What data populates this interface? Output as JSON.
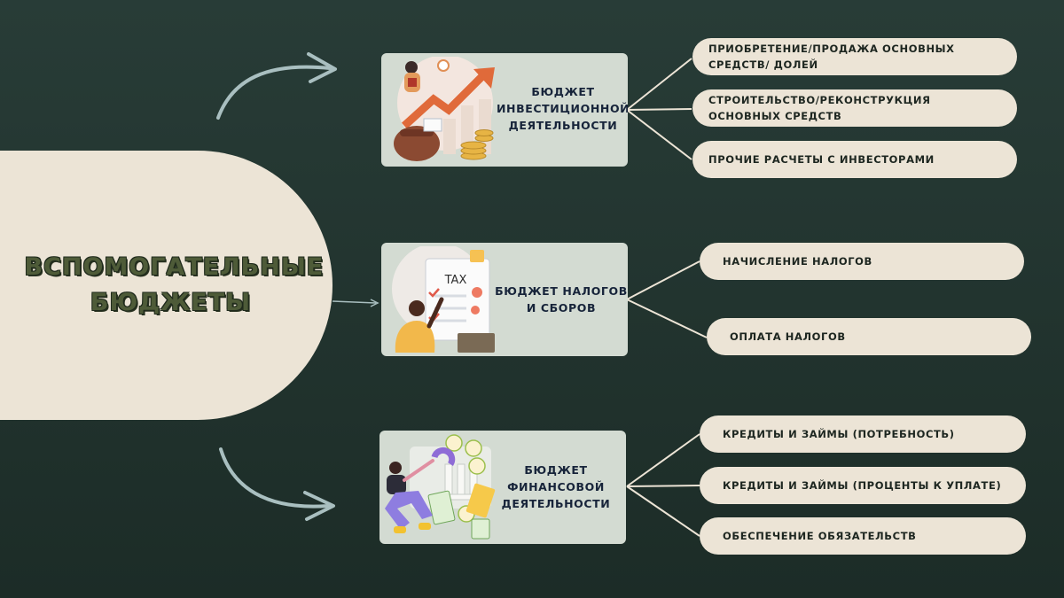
{
  "root": {
    "title": "ВСПОМОГАТЕЛЬНЫЕ БЮДЖЕТЫ"
  },
  "colors": {
    "background": "#24352f",
    "card": "#d3dbd2",
    "pill": "#ece4d6",
    "line": "#ece4d6",
    "arrow": "#a9bfc0",
    "root_text": "#4e5b38"
  },
  "budgets": [
    {
      "title": "БЮДЖЕТ ИНВЕСТИЦИОННОЙ ДЕЯТЕЛЬНОСТИ",
      "items": [
        "ПРИОБРЕТЕНИЕ/ПРОДАЖА ОСНОВНЫХ СРЕДСТВ/ ДОЛЕЙ",
        "СТРОИТЕЛЬСТВО/РЕКОНСТРУКЦИЯ ОСНОВНЫХ СРЕДСТВ",
        "ПРОЧИЕ РАСЧЕТЫ С ИНВЕСТОРАМИ"
      ]
    },
    {
      "title": "БЮДЖЕТ НАЛОГОВ И СБОРОВ",
      "illustration_label": "TAX",
      "items": [
        "НАЧИСЛЕНИЕ НАЛОГОВ",
        "ОПЛАТА НАЛОГОВ"
      ]
    },
    {
      "title": "БЮДЖЕТ ФИНАНСОВОЙ ДЕЯТЕЛЬНОСТИ",
      "items": [
        "КРЕДИТЫ И ЗАЙМЫ (ПОТРЕБНОСТЬ)",
        "КРЕДИТЫ И ЗАЙМЫ (ПРОЦЕНТЫ К УПЛАТЕ)",
        "ОБЕСПЕЧЕНИЕ ОБЯЗАТЕЛЬСТВ"
      ]
    }
  ],
  "icons": [
    "growth-chart-icon",
    "tax-form-icon",
    "money-magnet-icon"
  ]
}
